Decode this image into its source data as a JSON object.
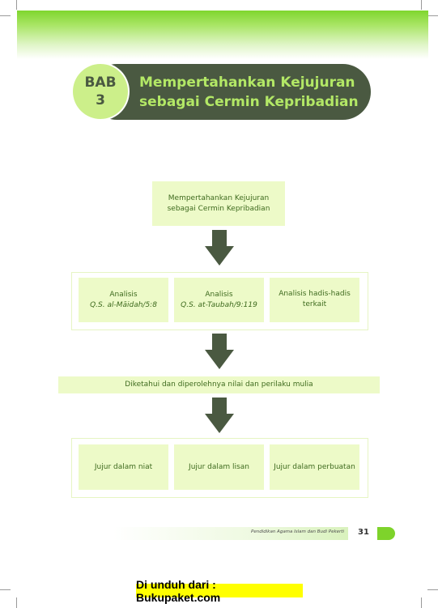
{
  "chapter": {
    "label": "BAB",
    "number": "3",
    "title_line1": "Mempertahankan Kejujuran",
    "title_line2": "sebagai Cermin Kepribadian"
  },
  "flow": {
    "top_box": {
      "line1": "Mempertahankan Kejujuran",
      "line2": "sebagai Cermin Kepribadian"
    },
    "analysis": [
      {
        "line1": "Analisis",
        "line2": "Q.S. al-Māidah/5:8"
      },
      {
        "line1": "Analisis",
        "line2": "Q.S. at-Taubah/9:119"
      },
      {
        "line1": "Analisis hadis-hadis",
        "line2": "terkait"
      }
    ],
    "middle_box": "Diketahui dan diperolehnya nilai dan perilaku mulia",
    "honesty": [
      "Jujur dalam niat",
      "Jujur dalam lisan",
      "Jujur dalam perbuatan"
    ]
  },
  "footer": {
    "book_title": "Pendidikan Agama Islam dan Budi Pekerti",
    "page_number": "31"
  },
  "download_banner": "Di unduh dari : Bukupaket.com",
  "colors": {
    "green_accent": "#7ed32b",
    "dark_olive": "#4a5941",
    "light_green_box": "#edfac8",
    "box_text": "#3f6b1f"
  }
}
